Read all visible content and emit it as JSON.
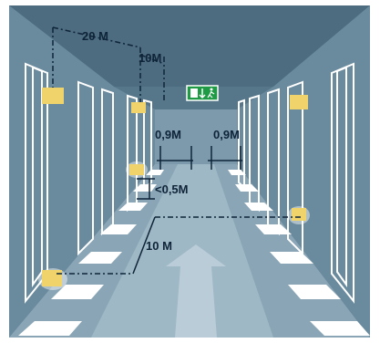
{
  "colors": {
    "background": "#5f7f93",
    "wall": "#6f8fa2",
    "wall_dark": "#4c6a7d",
    "floor": "#8ea9b9",
    "ceiling": "#4a697c",
    "stripe": "#ffffff",
    "light_fixture": "#f1d36b",
    "exit_sign_green": "#1f9b45",
    "dimension_ink": "#0f2438"
  },
  "labels": {
    "dist_20m": "20 M",
    "dist_10m_top": "10M",
    "width_left": "0,9M",
    "width_right": "0,9M",
    "height_max": "<0,5M",
    "dist_10m_floor": "10 M"
  },
  "exit_sign": {
    "icon": "exit-arrow-running-man-icon"
  },
  "direction": {
    "icon": "up-arrow-icon"
  }
}
